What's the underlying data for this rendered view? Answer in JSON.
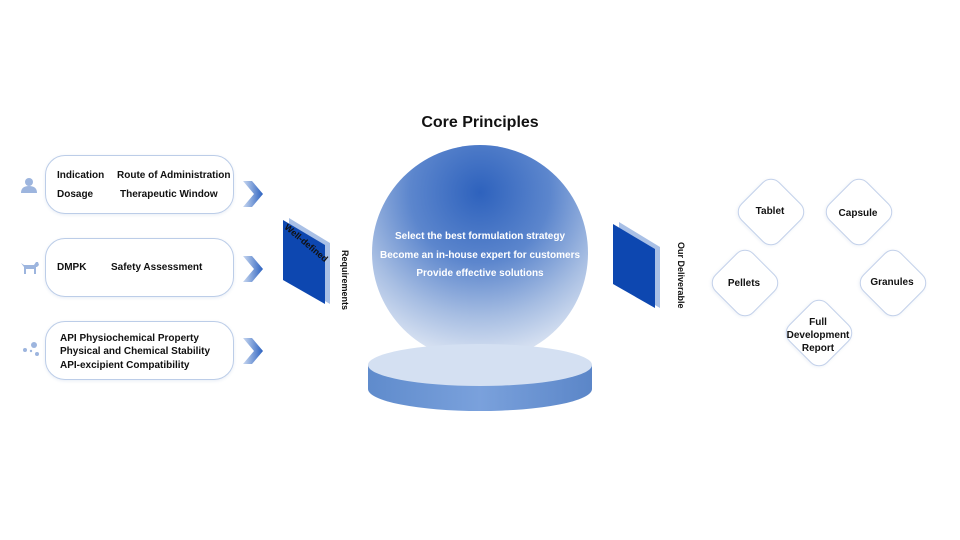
{
  "title": "Core Principles",
  "requirements": [
    {
      "lines": [
        "Indication",
        "Route of Administration",
        "Dosage",
        "Therapeutic Window"
      ],
      "icon": "person-icon"
    },
    {
      "lines": [
        "DMPK",
        "Safety Assessment"
      ],
      "icon": "dog-icon"
    },
    {
      "lines": [
        "API Physiochemical Property",
        "Physical and Chemical Stability",
        "API-excipient Compatibility"
      ],
      "icon": "molecule-icon"
    }
  ],
  "left_panel_label": {
    "line1": "Well-defined",
    "line2": "Requirements"
  },
  "right_panel_label": "Our Deliverable",
  "core": [
    "Select the best formulation strategy",
    "Become an in-house expert for customers",
    "Provide effective solutions"
  ],
  "deliverables": [
    "Tablet",
    "Capsule",
    "Pellets",
    "Granules",
    "Full Development Report"
  ],
  "colors": {
    "accent": "#1a4fb0",
    "panel": "#0d47b0",
    "box_border": "#bccde8",
    "pedestal": "#6a93d0"
  }
}
